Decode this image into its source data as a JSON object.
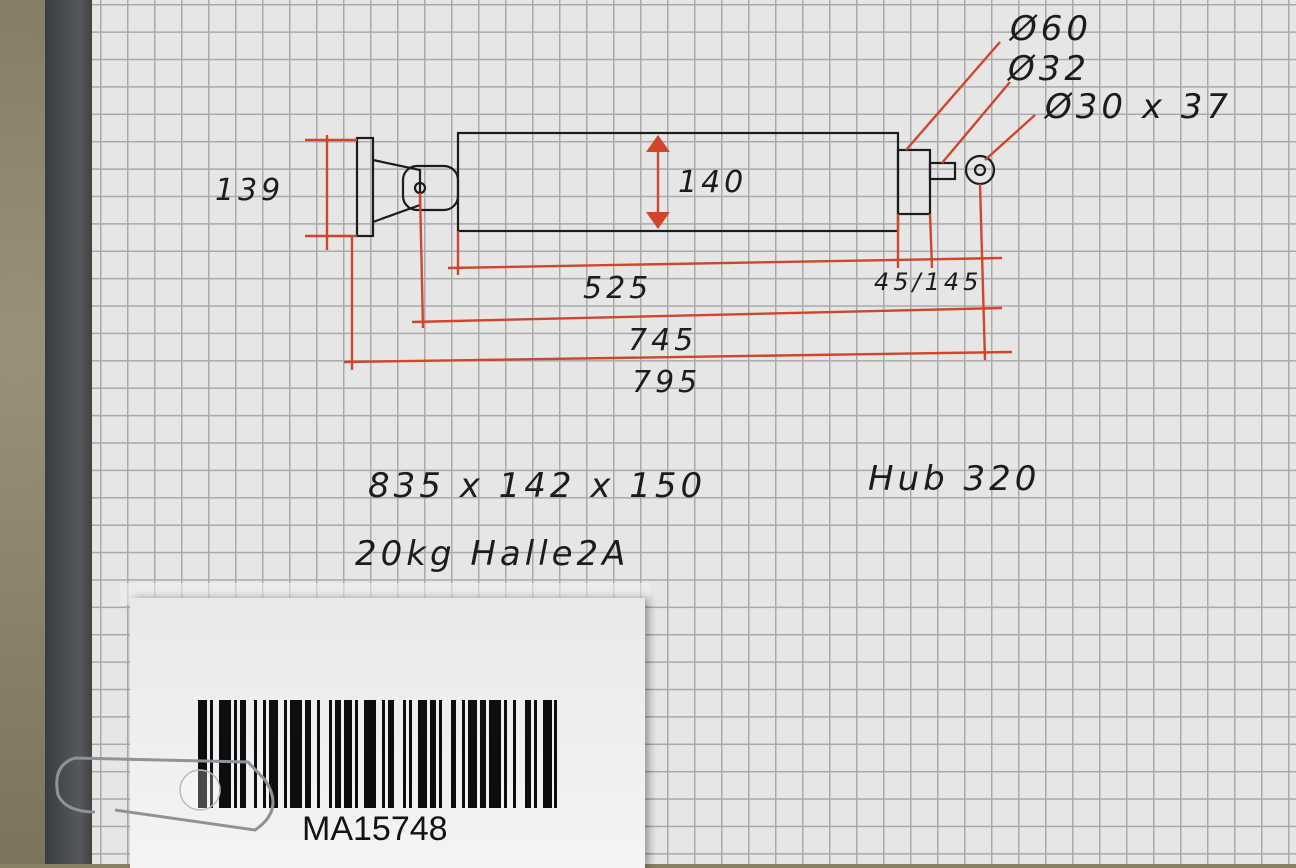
{
  "drawing": {
    "diameter_labels": [
      "Ø60",
      "Ø32",
      "Ø30 x 37"
    ],
    "height_flange": "139",
    "height_body": "140",
    "dim_body": "525",
    "dim_rod": "45/145",
    "dim_pin_to_pin": "745",
    "dim_overall": "795"
  },
  "notes": {
    "size": "835 x 142 x 150",
    "stroke": "Hub 320",
    "weight_location": "20kg Halle2A"
  },
  "label_card": {
    "code": "MA15748"
  },
  "colors": {
    "ink": "#1c1c1c",
    "red_ink": "#d0452c",
    "paper": "#e6e6e4",
    "grid": "#a9a9ae"
  }
}
